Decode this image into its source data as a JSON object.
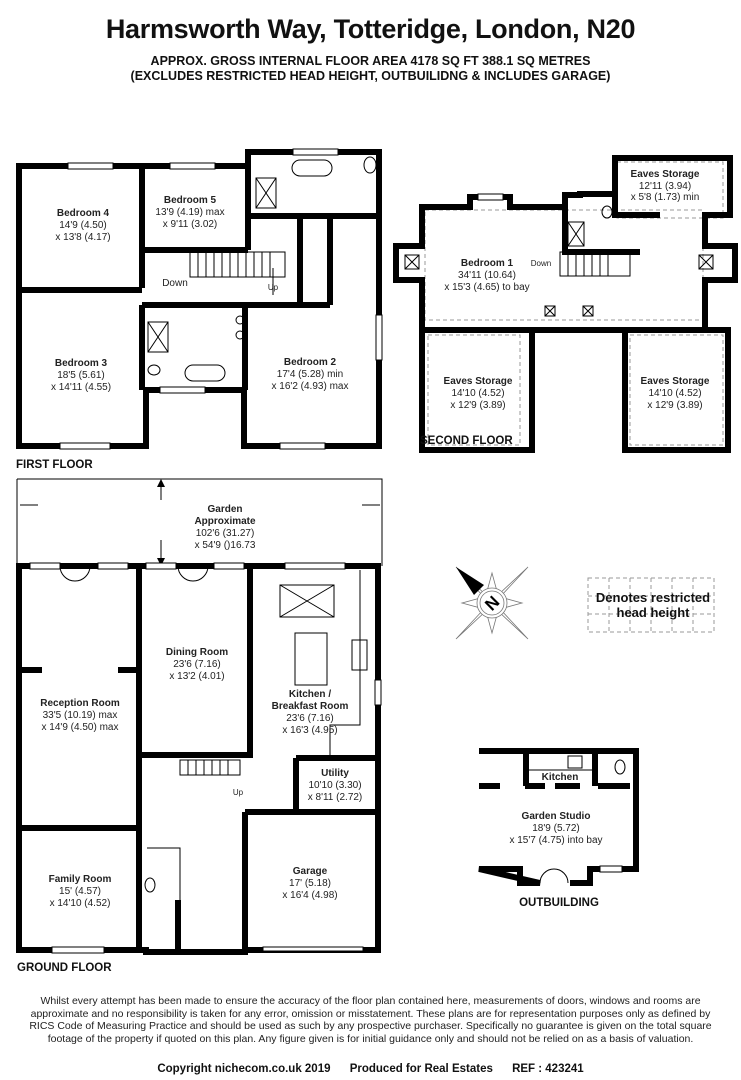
{
  "header": {
    "title": "Harmsworth Way, Totteridge, London, N20",
    "area_line": "APPROX. GROSS INTERNAL FLOOR AREA 4178 SQ FT 388.1 SQ METRES",
    "exclusions_line": "(EXCLUDES RESTRICTED HEAD HEIGHT, OUTBUILIDNG & INCLUDES GARAGE)"
  },
  "first_floor": {
    "label": "FIRST FLOOR",
    "rooms": [
      {
        "name": "Bedroom 4",
        "dim1": "14'9 (4.50)",
        "dim2": "x 13'8 (4.17)"
      },
      {
        "name": "Bedroom 5",
        "dim1": "13'9 (4.19) max",
        "dim2": "x 9'11 (3.02)"
      },
      {
        "name": "Bedroom 3",
        "dim1": "18'5 (5.61)",
        "dim2": "x 14'11 (4.55)"
      },
      {
        "name": "Bedroom 2",
        "dim1": "17'4 (5.28) min",
        "dim2": "x 16'2 (4.93) max"
      }
    ],
    "stairs": {
      "down": "Down",
      "up": "Up"
    }
  },
  "second_floor": {
    "label": "SECOND FLOOR",
    "rooms": [
      {
        "name": "Bedroom 1",
        "dim1": "34'11 (10.64)",
        "dim2": "x 15'3 (4.65) to bay"
      },
      {
        "name": "Eaves Storage",
        "dim1": "12'11 (3.94)",
        "dim2": "x 5'8 (1.73) min"
      },
      {
        "name": "Eaves Storage",
        "dim1": "14'10 (4.52)",
        "dim2": "x 12'9 (3.89)"
      },
      {
        "name": "Eaves Storage",
        "dim1": "14'10 (4.52)",
        "dim2": "x 12'9 (3.89)"
      }
    ],
    "stairs": {
      "down": "Down"
    }
  },
  "ground_floor": {
    "label": "GROUND FLOOR",
    "garden": {
      "name1": "Garden",
      "name2": "Approximate",
      "dim1": "102'6 (31.27)",
      "dim2": "x 54'9 ()16.73"
    },
    "rooms": [
      {
        "name": "Dining Room",
        "dim1": "23'6 (7.16)",
        "dim2": "x 13'2 (4.01)"
      },
      {
        "name": "Kitchen /",
        "name2": "Breakfast Room",
        "dim1": "23'6 (7.16)",
        "dim2": "x 16'3 (4.95)"
      },
      {
        "name": "Reception Room",
        "dim1": "33'5 (10.19) max",
        "dim2": "x 14'9 (4.50) max"
      },
      {
        "name": "Utility",
        "dim1": "10'10 (3.30)",
        "dim2": "x 8'11 (2.72)"
      },
      {
        "name": "Family Room",
        "dim1": "15' (4.57)",
        "dim2": "x 14'10 (4.52)"
      },
      {
        "name": "Garage",
        "dim1": "17' (5.18)",
        "dim2": "x 16'4 (4.98)"
      }
    ],
    "stairs": {
      "up": "Up"
    }
  },
  "outbuilding": {
    "label": "OUTBUILDING",
    "kitchen": "Kitchen",
    "studio": {
      "name": "Garden Studio",
      "dim1": "18'9 (5.72)",
      "dim2": "x 15'7 (4.75) into bay"
    }
  },
  "compass": {
    "letter": "N",
    "icon": "north-compass-icon"
  },
  "legend": {
    "text": "Denotes restricted head height"
  },
  "footer": {
    "disclaimer": "Whilst every attempt has been made to ensure the accuracy of the floor plan contained here, measurements of doors, windows and rooms are approximate and no responsibility is taken for any error, omission or misstatement. These plans are for representation purposes only as defined by RICS Code of Measuring Practice and should be used as such by any prospective purchaser. Specifically no guarantee is given on the total square footage of the property if quoted on this plan. Any figure given is for initial guidance only and should not be relied on as a basis of valuation.",
    "copyright": "Copyright nichecom.co.uk 2019",
    "produced_for": "Produced for Real Estates",
    "ref": "REF : 423241"
  }
}
